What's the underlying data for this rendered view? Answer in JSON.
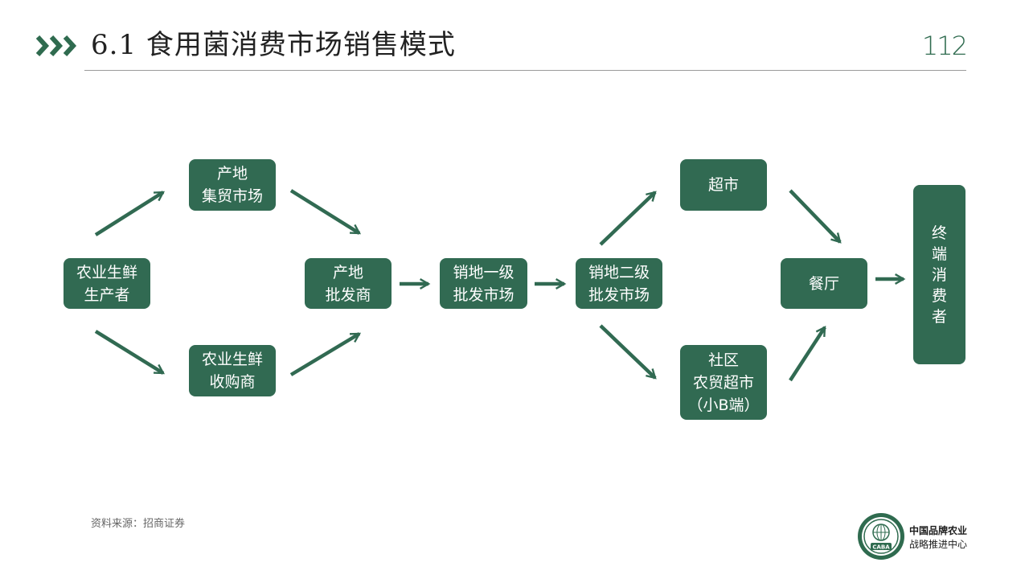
{
  "header": {
    "title": "6.1 食用菌消费市场销售模式",
    "page_number": "112"
  },
  "nodes": {
    "producer": [
      "农业生鲜",
      "生产者"
    ],
    "origin_market": [
      "产地",
      "集贸市场"
    ],
    "purchaser": [
      "农业生鲜",
      "收购商"
    ],
    "origin_wholesaler": [
      "产地",
      "批发商"
    ],
    "primary_wholesale": [
      "销地一级",
      "批发市场"
    ],
    "secondary_wholesale": [
      "销地二级",
      "批发市场"
    ],
    "supermarket": [
      "超市"
    ],
    "community_market": [
      "社区",
      "农贸超市",
      "（小B端）"
    ],
    "restaurant": [
      "餐厅"
    ],
    "end_consumer": [
      "终",
      "端",
      "消",
      "费",
      "者"
    ]
  },
  "footer": {
    "source": "资料来源：招商证券",
    "logo_line1": "中国品牌农业",
    "logo_line2": "战略推进中心",
    "logo_badge": "CABA"
  },
  "colors": {
    "accent": "#316a52"
  }
}
